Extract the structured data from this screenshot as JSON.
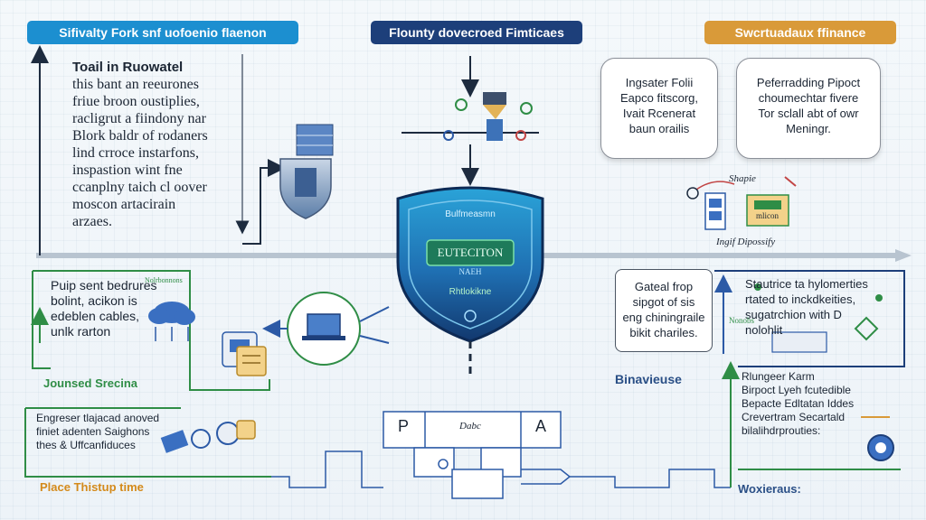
{
  "header": {
    "left_title": "Sifivalty Fork snf uofoenio flaenon",
    "center_title": "Flounty dovecroed Fimticaes",
    "right_title": "Swcrtuadaux ffinance"
  },
  "top_left": {
    "heading": "Toail in Ruowatel",
    "body": "this bant an reeurones\nfriue broon oustiplies,\nracligrut a fiindony nar\nBlork baldr of rodaners\nlind crroce instarfons,\ninspastion wint fne\nccanplny taich cl oover\nmoscon artacirain\narzaes."
  },
  "shield": {
    "top_text": "Bulfmeasmn",
    "badge_text": "EUTECITON",
    "sub_text": "NAEH",
    "bottom_text": "Rhtlokikne"
  },
  "right_top": {
    "bubble_1": "Ingsater Folii\nEapco fitscorg,\nIvait Rcenerat\nbaun orailis",
    "bubble_2": "Peferradding Pipoct\nchoumechtar fivere\nTor sclall abt of owr\nMeningr.",
    "sketch_label": "Shapie",
    "tool_label": "Ingif Dipossify",
    "bank_label": "mlicon"
  },
  "mid_left": {
    "body": "Puip sent bedrures\nbolint, acikon is\nedeblen cables,\nunlk rarton",
    "side_text": "Nolrbonnons",
    "label": "Jounsed Srecina"
  },
  "bottom_left": {
    "body": "Engreser tlajacad anoved\nfiniet adenten Saighons\nthes & Uffcanfiduces",
    "label": "Place Thistup time"
  },
  "mid_right": {
    "box_text": "Gateal frop\nsipgot of sis\neng chiningraile\nbikit chariles.",
    "body": "Stautrice ta hylomerties\nrtated to inckdkeities,\nsugatrchion with D\nnolohlit",
    "side_text": "Nonobs",
    "label": "Binavieuse"
  },
  "bottom_right": {
    "body": "Rlungeer Karm\nBirpoct Lyeh fcutedible\nBepacte Edltatan Iddes\nCrevertram Secartald\nbilalihdrprouties:",
    "label": "Woxieraus:"
  },
  "flow": {
    "cell_p": "P",
    "cell_mid": "Dabc",
    "cell_a": "A"
  },
  "colors": {
    "teal": "#1c8fd0",
    "navy": "#1d3f7a",
    "orange": "#d99a39",
    "green": "#2f8d46",
    "line_blue": "#2c5aa6",
    "shield_dark": "#12386e",
    "shield_mid": "#1f6fb2",
    "badge_green": "#2da46b"
  }
}
